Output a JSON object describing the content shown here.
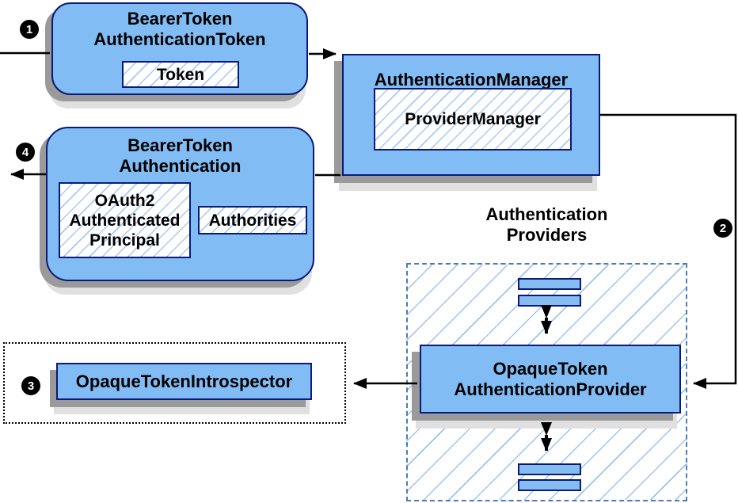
{
  "diagram": {
    "badges": [
      {
        "number": "1"
      },
      {
        "number": "2"
      },
      {
        "number": "3"
      },
      {
        "number": "4"
      }
    ],
    "nodes": {
      "bearer_token_authentication_token": {
        "title_lines": [
          "BearerToken",
          "AuthenticationToken"
        ],
        "token_chip": "Token"
      },
      "authentication_manager": {
        "title": "AuthenticationManager",
        "provider_manager_chip": "ProviderManager"
      },
      "bearer_token_authentication": {
        "title_lines": [
          "BearerToken",
          "Authentication"
        ],
        "principal_chip_lines": [
          "OAuth2",
          "Authenticated",
          "Principal"
        ],
        "authorities_chip": "Authorities"
      },
      "opaque_token_introspector": {
        "title": "OpaqueTokenIntrospector"
      },
      "authentication_providers": {
        "title_lines": [
          "Authentication",
          "Providers"
        ],
        "provider_box_lines": [
          "OpaqueToken",
          "AuthenticationProvider"
        ]
      }
    },
    "colors": {
      "node_fill": "#82bcf4",
      "node_border": "#0b1a78",
      "hatch_line": "#a6cbf0",
      "region_dash_border": "#4a7db5",
      "shadow_dark": "#9a9a9a",
      "shadow_light": "#e0e0e0",
      "badge_bg": "#000000",
      "badge_text": "#ffffff",
      "connector": "#000000",
      "text": "#000000",
      "background": "#ffffff"
    }
  }
}
